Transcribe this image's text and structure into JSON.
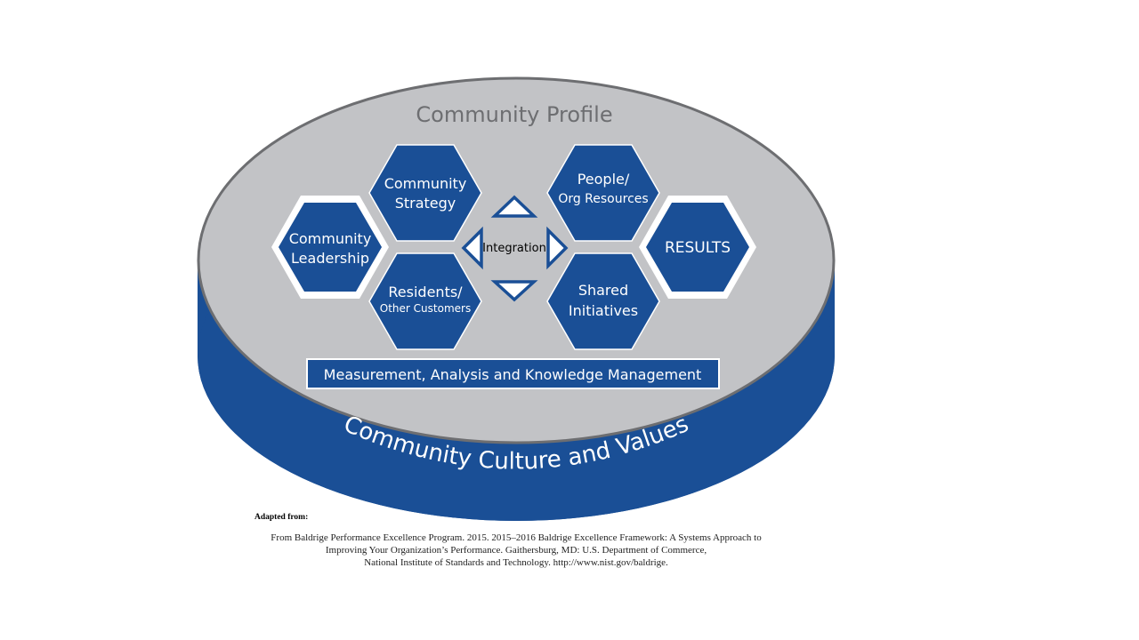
{
  "diagram": {
    "profile_label": "Community Profile",
    "culture_label": "Community Culture and Values",
    "integration_label": "Integration",
    "hexagons": {
      "leadership": [
        "Community",
        "Leadership"
      ],
      "strategy": [
        "Community",
        "Strategy"
      ],
      "residents": [
        "Residents/",
        "Other Customers"
      ],
      "people": [
        "People/",
        "Org Resources"
      ],
      "shared": [
        "Shared",
        "Initiatives"
      ],
      "results": [
        "RESULTS"
      ]
    },
    "measurement_label": "Measurement, Analysis and Knowledge Management"
  },
  "citation": {
    "adapted_from": "Adapted from:",
    "lines": [
      "From Baldrige Performance Excellence Program. 2015. 2015–2016 Baldrige Excellence Framework: A Systems Approach to",
      "Improving Your Organization’s Performance. Gaithersburg, MD: U.S. Department of Commerce,",
      "National Institute of Standards and Technology. http://www.nist.gov/baldrige."
    ]
  },
  "colors": {
    "navy": "#1a4f96",
    "gray_fill": "#c2c3c6",
    "gray_stroke": "#6d6e71",
    "white": "#ffffff"
  }
}
